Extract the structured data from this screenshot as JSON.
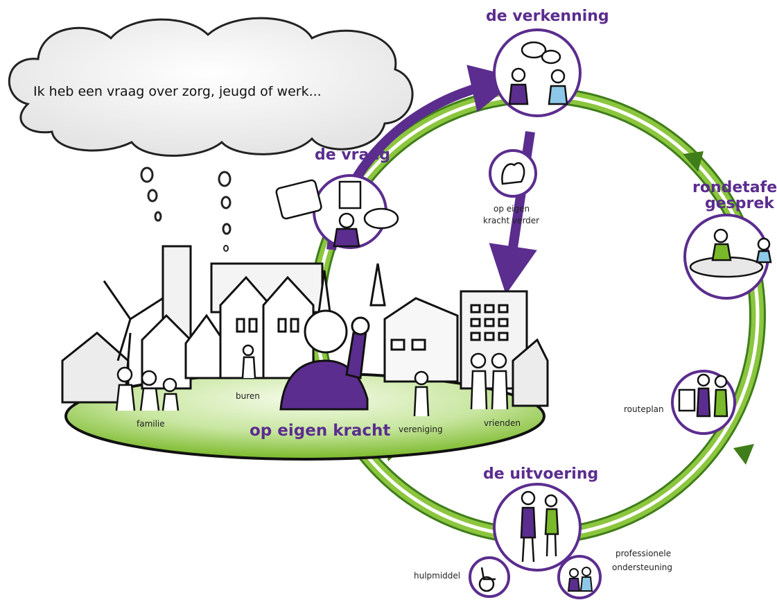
{
  "cloud": {
    "text": "Ik heb een vraag over zorg, jeugd of werk..."
  },
  "stages": {
    "verkenning": "de verkenning",
    "vraag": "de vraag",
    "rondetafel_1": "rondetafel",
    "rondetafel_2": "gesprek",
    "uitvoering": "de uitvoering"
  },
  "side_labels": {
    "eigen_kracht_verder_1": "op eigen",
    "eigen_kracht_verder_2": "kracht verder",
    "routeplan": "routeplan",
    "hulpmiddel": "hulpmiddel",
    "professionele_1": "professionele",
    "professionele_2": "ondersteuning"
  },
  "community": {
    "center": "op eigen kracht",
    "familie": "familie",
    "buren": "buren",
    "vereniging": "vereniging",
    "vrienden": "vrienden"
  },
  "colors": {
    "purple": "#5b2d8e",
    "green": "#7ab929",
    "dark_green": "#3f7d1a",
    "ground": "#8cc63f"
  },
  "icons": [
    "speech-bubbles-icon",
    "bicep-icon",
    "tablet-icon",
    "meeting-table-icon",
    "people-icon",
    "wheelchair-icon"
  ]
}
